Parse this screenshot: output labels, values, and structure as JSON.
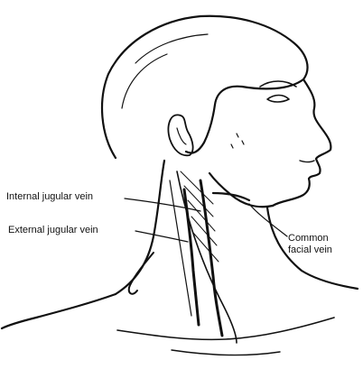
{
  "figure": {
    "labels": {
      "internal_jugular": "Internal jugular vein",
      "external_jugular": "External jugular vein",
      "common_facial_line1": "Common",
      "common_facial_line2": "facial vein"
    },
    "colors": {
      "ink": "#111111",
      "background": "#ffffff"
    }
  }
}
